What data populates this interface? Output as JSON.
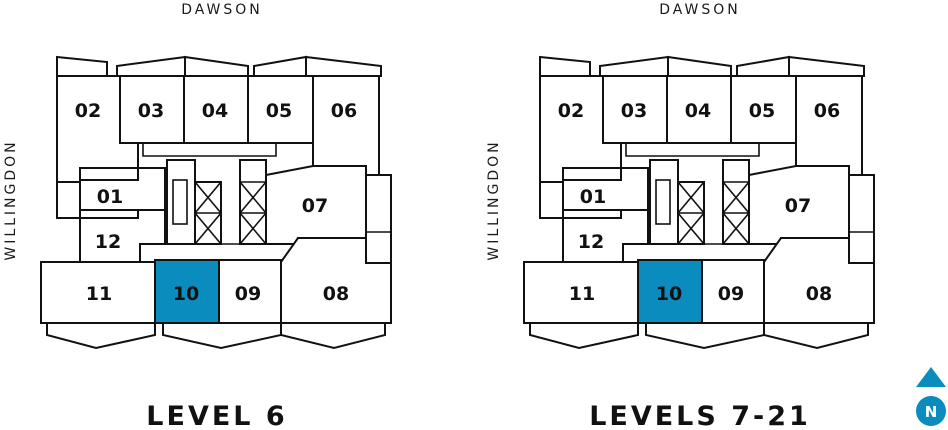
{
  "plans": [
    {
      "title": "LEVEL 6",
      "street_top": "DAWSON",
      "street_left": "WILLINGDON",
      "highlighted_unit": "10",
      "units": [
        "02",
        "03",
        "04",
        "05",
        "06",
        "01",
        "07",
        "12",
        "11",
        "10",
        "09",
        "08"
      ]
    },
    {
      "title": "LEVELS 7-21",
      "street_top": "DAWSON",
      "street_left": "WILLINGDON",
      "highlighted_unit": "10",
      "units": [
        "02",
        "03",
        "04",
        "05",
        "06",
        "01",
        "07",
        "12",
        "11",
        "10",
        "09",
        "08"
      ]
    }
  ],
  "north": {
    "label": "N",
    "color": "#0a8cbf"
  },
  "colors": {
    "highlight": "#0a8cbf",
    "line": "#111111"
  }
}
